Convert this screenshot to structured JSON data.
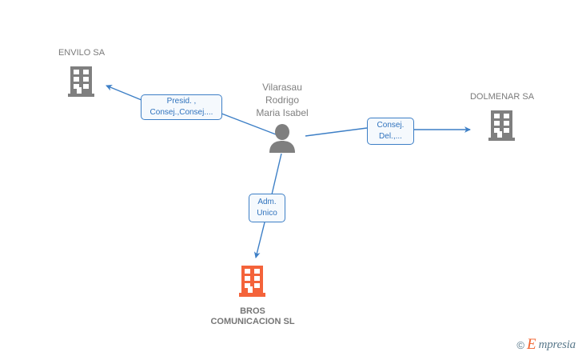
{
  "diagram": {
    "background_color": "#ffffff",
    "accent_blue": "#3d7fc6",
    "company_gray": "#7f7f7f",
    "company_orange": "#f4633a",
    "nodes": [
      {
        "id": "envilo",
        "type": "company",
        "icon": "building-icon",
        "label": "ENVILO SA",
        "color": "#7f7f7f",
        "bold": false
      },
      {
        "id": "person",
        "type": "person",
        "icon": "person-icon",
        "label_lines": [
          "Vilarasau",
          "Rodrigo",
          "Maria Isabel"
        ],
        "color": "#808080"
      },
      {
        "id": "dolmenar",
        "type": "company",
        "icon": "building-icon",
        "label": "DOLMENAR SA",
        "color": "#7f7f7f",
        "bold": false
      },
      {
        "id": "bros",
        "type": "company",
        "icon": "building-icon",
        "label_lines": [
          "BROS",
          "COMUNICACION SL"
        ],
        "color": "#f4633a",
        "bold": true
      }
    ],
    "edges": [
      {
        "id": "edge-person-envilo",
        "from": "person",
        "to": "envilo",
        "label_lines": [
          "Presid. ,",
          "Consej.,Consej...."
        ],
        "direction": "left"
      },
      {
        "id": "edge-person-dolmenar",
        "from": "person",
        "to": "dolmenar",
        "label_lines": [
          "Consej.",
          "Del.,..."
        ],
        "direction": "right"
      },
      {
        "id": "edge-person-bros",
        "from": "person",
        "to": "bros",
        "label_lines": [
          "Adm.",
          "Unico"
        ],
        "direction": "down"
      }
    ]
  },
  "watermark": {
    "copyright": "©",
    "brand_initial": "E",
    "brand_rest": "mpresia"
  }
}
